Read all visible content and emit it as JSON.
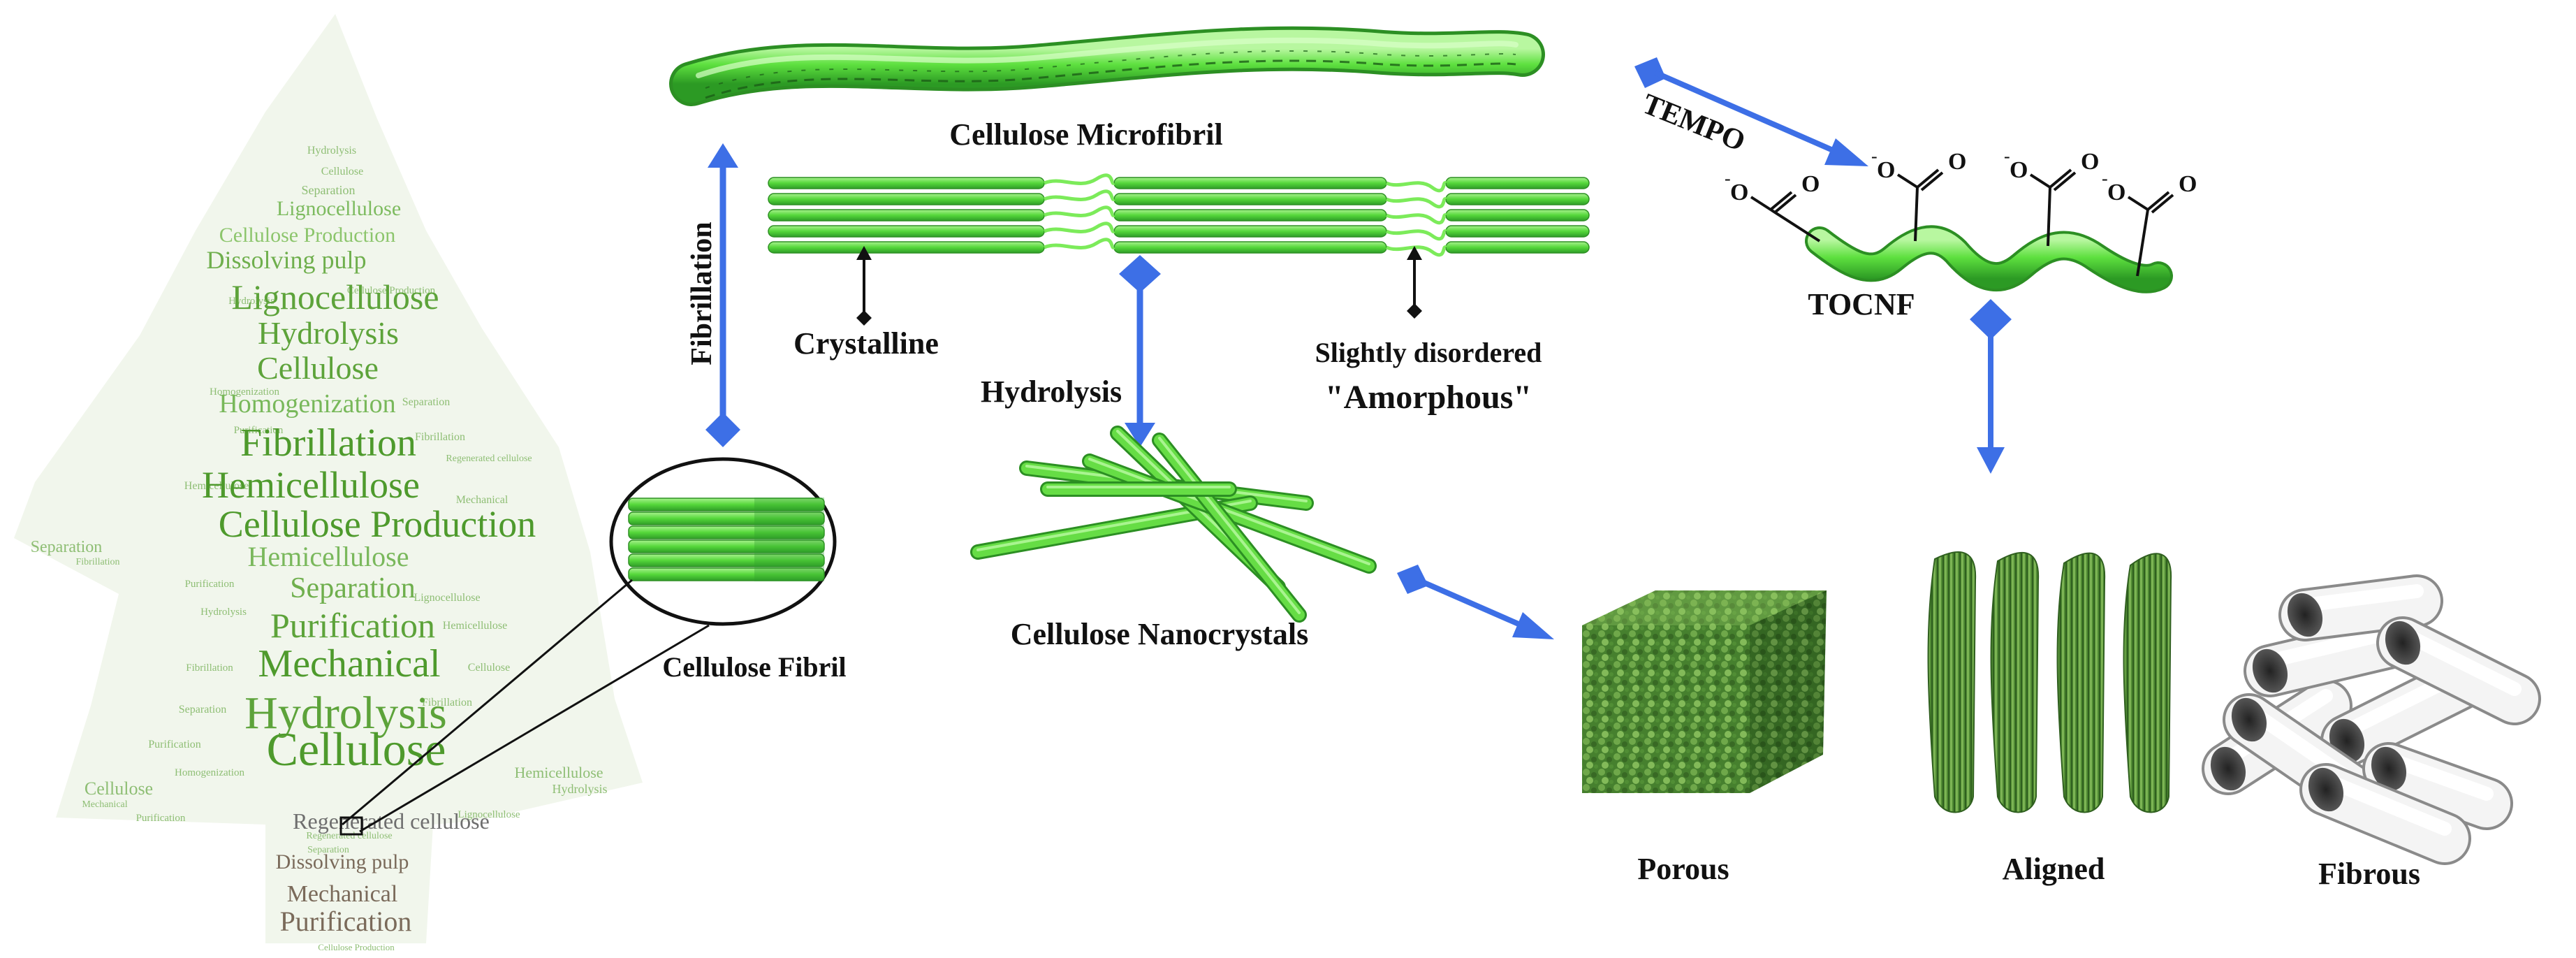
{
  "labels": {
    "microfibril": "Cellulose Microfibril",
    "fibrillation": "Fibrillation",
    "crystalline": "Crystalline",
    "hydrolysis": "Hydrolysis",
    "slightly_disordered": "Slightly disordered",
    "amorphous": "\"Amorphous\"",
    "tempo": "TEMPO",
    "tocnf": "TOCNF",
    "carboxylate": "O",
    "cellulose_fibril": "Cellulose Fibril",
    "nanocrystals": "Cellulose Nanocrystals",
    "porous": "Porous",
    "aligned": "Aligned",
    "fibrous": "Fibrous"
  },
  "colors": {
    "green_light": "#7CEB5A",
    "green_mid": "#4FD33A",
    "green_dark": "#2E9E2A",
    "arrow_blue": "#3D6FE6",
    "text": "#111111"
  },
  "word_cloud": {
    "big_words": [
      "Lignocellulose",
      "Cellulose Production",
      "Dissolving pulp",
      "Lignocellulose",
      "Hydrolysis",
      "Cellulose",
      "Homogenization",
      "Fibrillation",
      "Hemicellulose",
      "Cellulose Production",
      "Hemicellulose",
      "Separation",
      "Purification",
      "Mechanical",
      "Hydrolysis",
      "Cellulose",
      "Regenerated cellulose",
      "Dissolving pulp",
      "Mechanical",
      "Purification"
    ],
    "small_words": [
      "Hydrolysis",
      "Cellulose",
      "Separation",
      "Hydrolysis",
      "Cellulose Production",
      "Homogenization",
      "Separation",
      "Purification",
      "Fibrillation",
      "Regenerated cellulose",
      "Hemicellulose",
      "Mechanical",
      "Separation",
      "Fibrillation",
      "Purification",
      "Lignocellulose",
      "Hydrolysis",
      "Hemicellulose",
      "Fibrillation",
      "Cellulose",
      "Separation",
      "Purification",
      "Hemicellulose",
      "Homogenization",
      "Cellulose",
      "Regenerated cellulose",
      "Lignocellulose",
      "Separation",
      "Purification",
      "Cellulose Production",
      "Fibrillation",
      "Hydrolysis",
      "Mechanical"
    ]
  }
}
